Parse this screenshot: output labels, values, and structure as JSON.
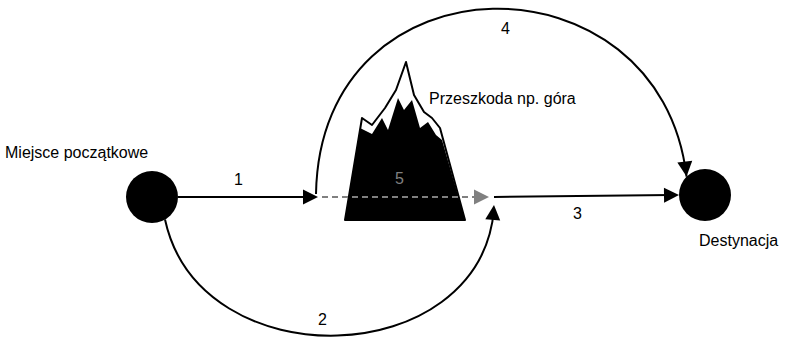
{
  "diagram": {
    "nodes": [
      {
        "text": [
          "Miejsce początkowe"
        ]
      },
      {
        "text": [
          "Destynacja"
        ]
      }
    ],
    "edges": [
      {
        "from": 0,
        "to": 1,
        "arrow": "to"
      }
    ],
    "labels": [
      "1",
      "2",
      "3",
      "4",
      "5",
      "Przeszkoda np. góra"
    ]
  }
}
